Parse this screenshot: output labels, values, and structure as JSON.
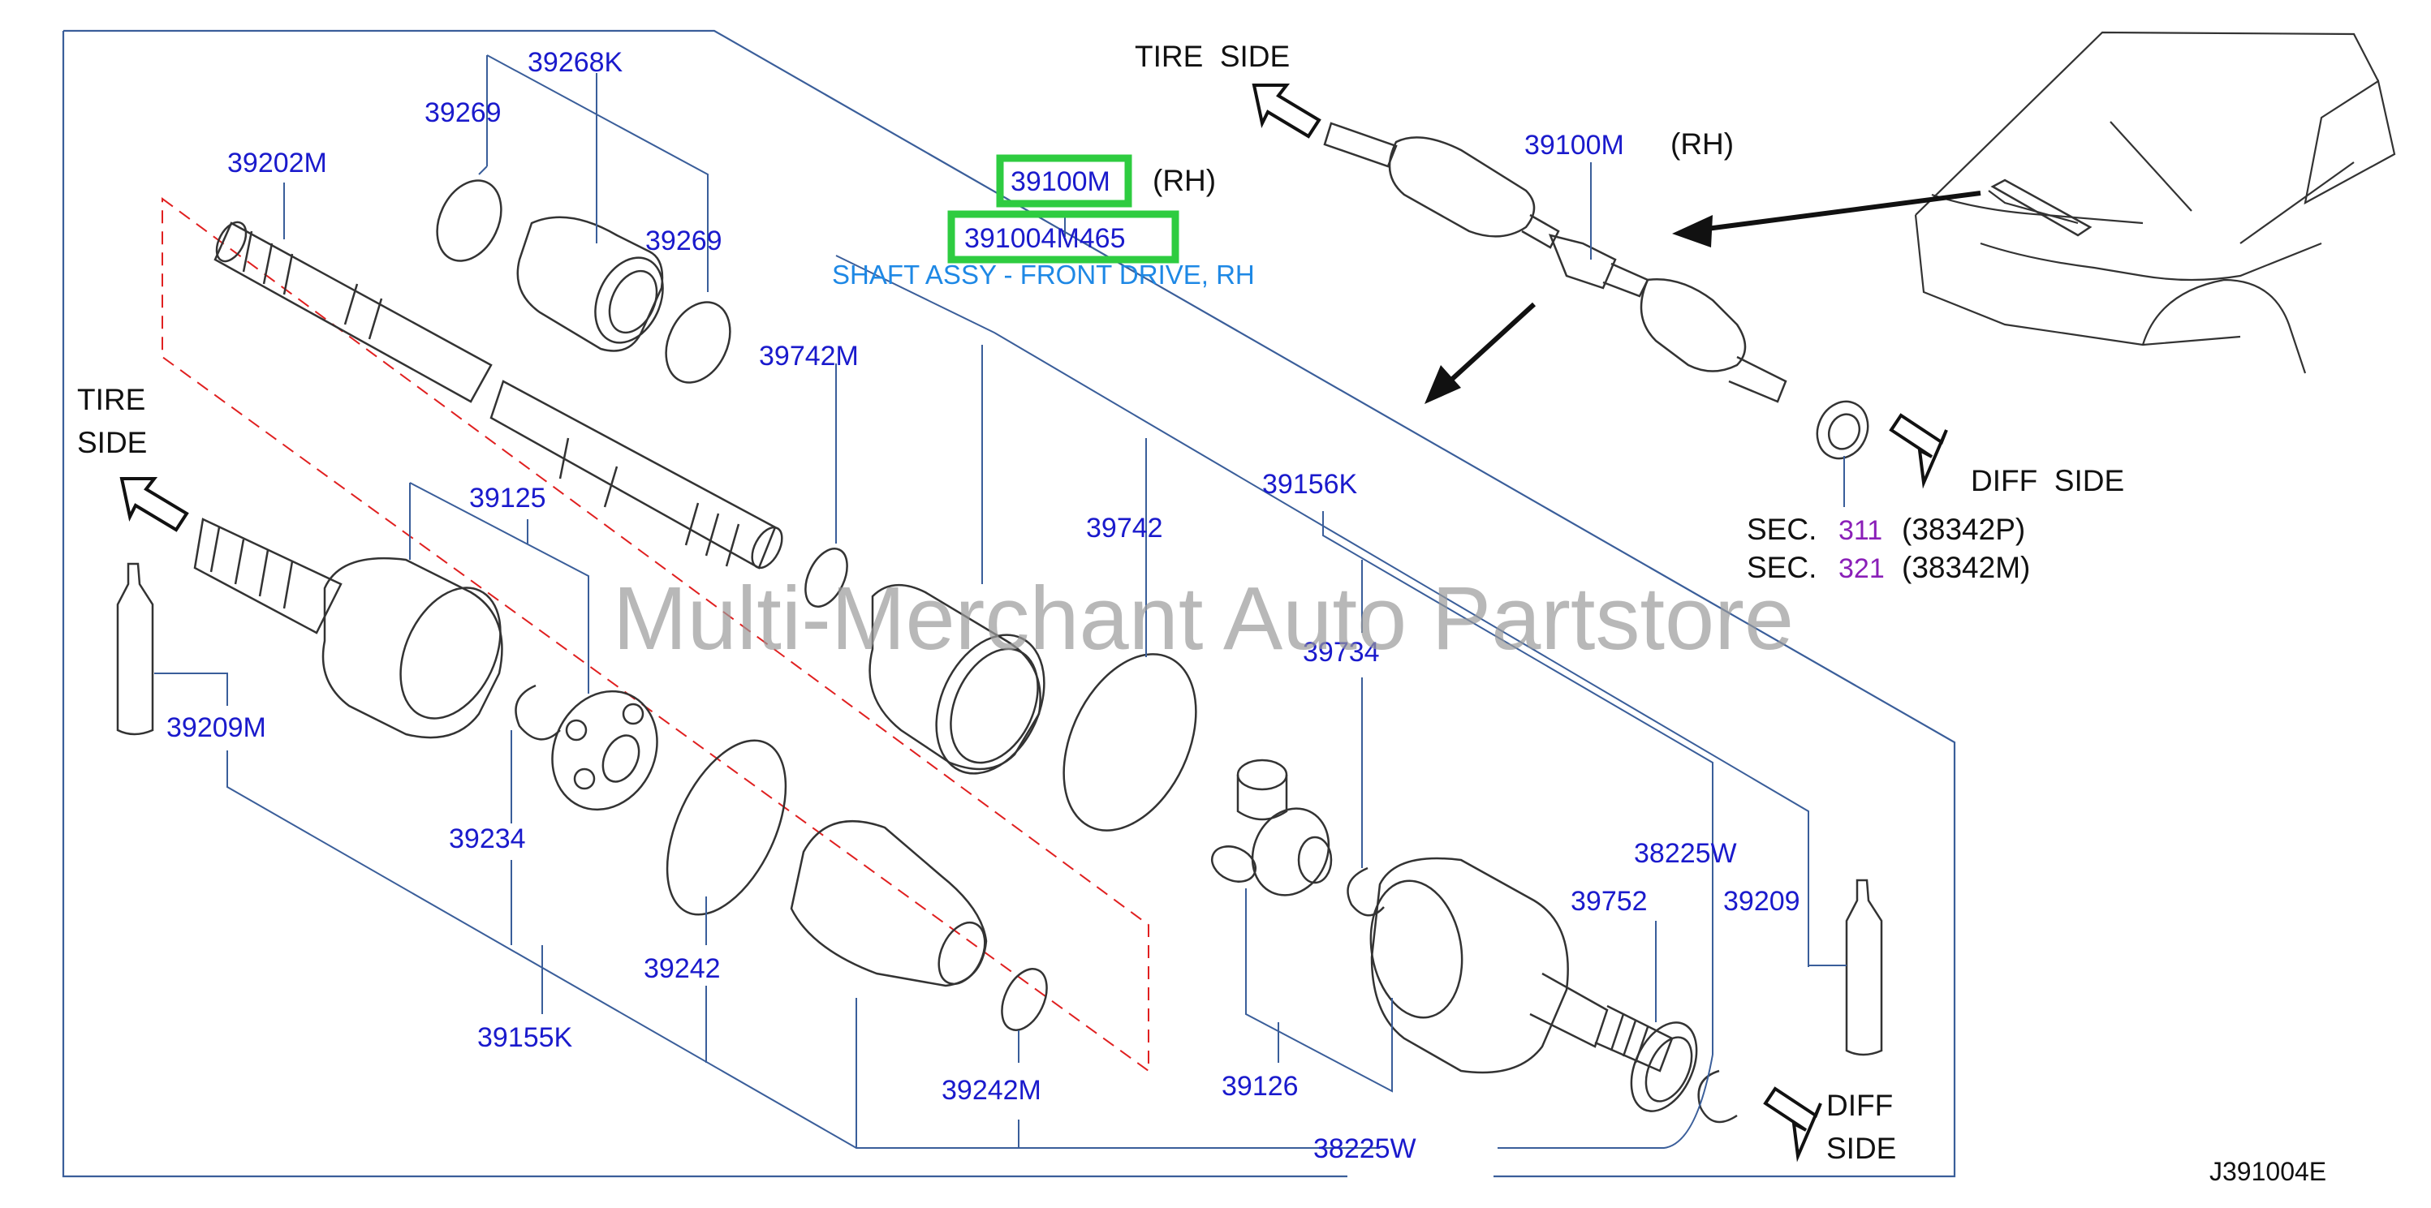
{
  "diagram": {
    "reference_code": "J391004E",
    "watermark": "Multi-Merchant Auto Partstore",
    "highlight": {
      "part_number": "39100M",
      "side": "(RH)",
      "oem_number": "391004M465",
      "description": "SHAFT ASSY - FRONT DRIVE, RH",
      "highlight_color": "#2ecc40"
    },
    "overview": {
      "part_number": "39100M",
      "side": "(RH)",
      "tire_side": "TIRE  SIDE",
      "diff_side": "DIFF  SIDE",
      "sections": [
        {
          "prefix": "SEC.",
          "num": "311",
          "code": "(38342P)"
        },
        {
          "prefix": "SEC.",
          "num": "321",
          "code": "(38342M)"
        }
      ]
    },
    "left_direction": {
      "line1": "TIRE",
      "line2": "SIDE"
    },
    "right_direction": {
      "line1": "DIFF",
      "line2": "SIDE"
    },
    "callouts": {
      "c39268K": "39268K",
      "c39269a": "39269",
      "c39269b": "39269",
      "c39202M": "39202M",
      "c39742M": "39742M",
      "c39125": "39125",
      "c39742": "39742",
      "c39156K": "39156K",
      "c39734": "39734",
      "c39209M": "39209M",
      "c39234": "39234",
      "c38225Wa": "38225W",
      "c39752": "39752",
      "c39209": "39209",
      "c39242": "39242",
      "c39155K": "39155K",
      "c39242M": "39242M",
      "c39126": "39126",
      "c38225Wb": "38225W"
    },
    "colors": {
      "callout": "#1a1acc",
      "leader": "#3a5e9a",
      "dashed_outline": "#e02020",
      "section_number": "#8a1fb8",
      "description": "#1e88e5"
    }
  }
}
